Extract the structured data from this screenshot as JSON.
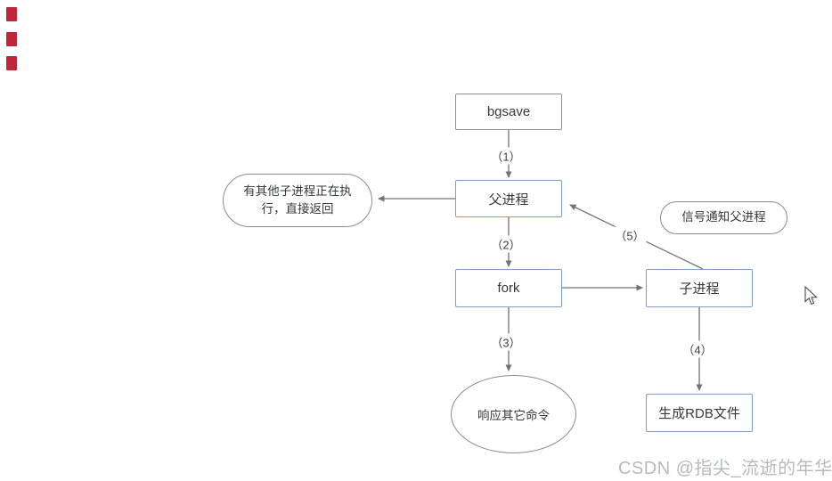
{
  "diagram": {
    "title_semantic": "redis bgsave flow diagram",
    "nodes": [
      {
        "id": "bgsave",
        "label": "bgsave"
      },
      {
        "id": "parent",
        "label": "父进程"
      },
      {
        "id": "fork",
        "label": "fork"
      },
      {
        "id": "child",
        "label": "子进程"
      },
      {
        "id": "busy",
        "line1": "有其他子进程正在执",
        "line2": "行，直接返回"
      },
      {
        "id": "signal",
        "label": "信号通知父进程"
      },
      {
        "id": "respond",
        "label": "响应其它命令"
      },
      {
        "id": "rdb",
        "label": "生成RDB文件"
      }
    ],
    "edge_labels": [
      {
        "text": "（1）"
      },
      {
        "text": "（2）"
      },
      {
        "text": "（3）"
      },
      {
        "text": "（4）"
      },
      {
        "text": "（5）"
      }
    ],
    "edges_semantic": [
      "bgsave -> 父进程 (1)",
      "父进程 -> 有其他子进程正在执行，直接返回",
      "父进程 -> fork (2)",
      "fork -> 子进程",
      "fork -> 响应其它命令 (3)",
      "子进程 -> 生成RDB文件 (4)",
      "子进程 -> 父进程 (5)"
    ],
    "colors": {
      "box_border_blue": "#7e9ec9",
      "box_border_gray": "#8d9197",
      "shape_border_gray": "#888c92",
      "line_gray": "#70747a",
      "text_dark": "#34383f",
      "watermark_gray": "#b6bac0",
      "left_edge_marker_red": "#c2253a",
      "background": "#ffffff"
    }
  },
  "watermark": {
    "text": "CSDN @指尖_流逝的年华"
  }
}
